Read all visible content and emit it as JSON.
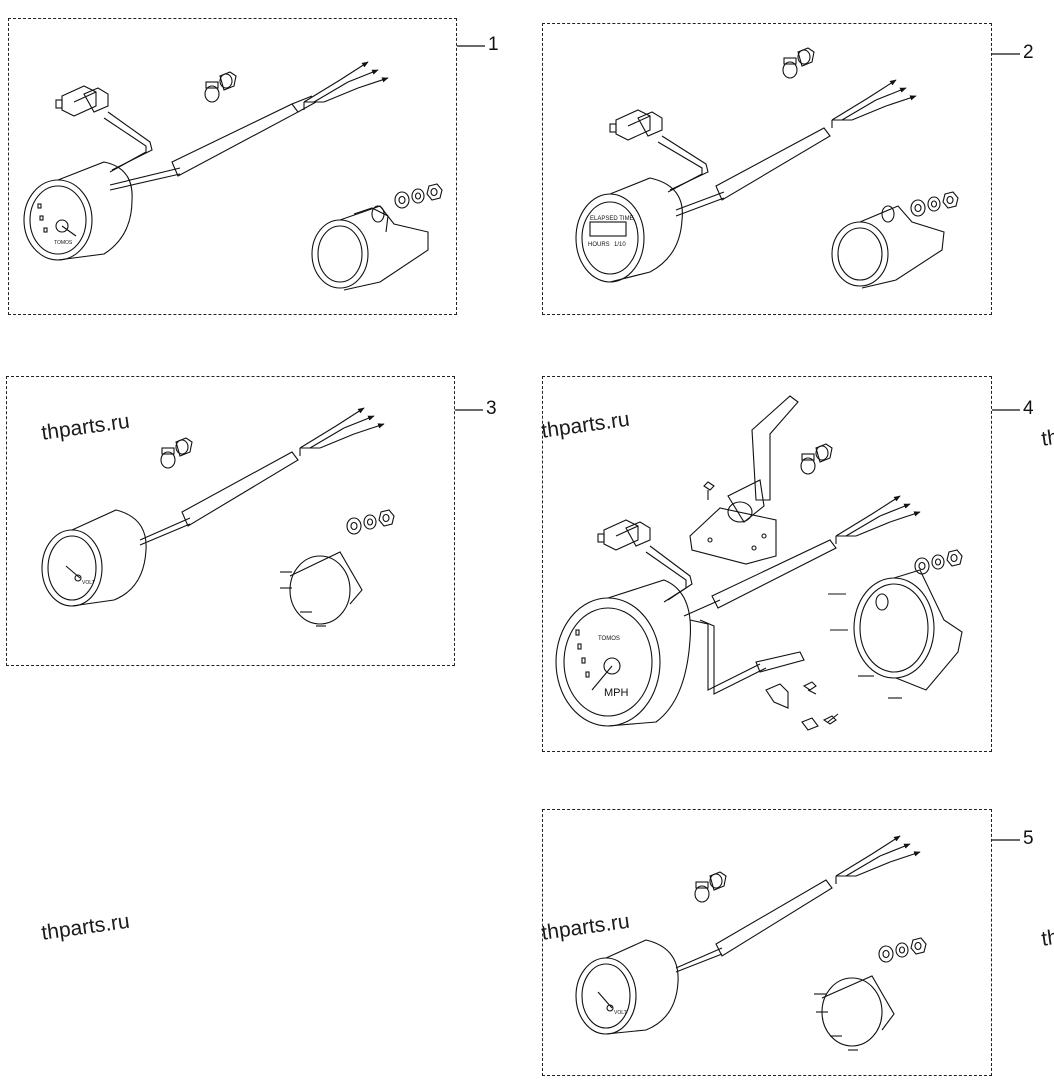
{
  "callouts": [
    "1",
    "2",
    "3",
    "4",
    "5"
  ],
  "watermark": "thparts.ru",
  "watermark_fragment": "th",
  "gauge_texts": {
    "brand": "TOMOS",
    "speed_unit": "MPH",
    "hour_meter_label": "HOURS",
    "hour_meter_value": "1/10",
    "hour_meter_title": "ELAPSED TIME",
    "volt_label": "VOLT"
  },
  "colors": {
    "line": "#111111",
    "background": "#ffffff"
  }
}
